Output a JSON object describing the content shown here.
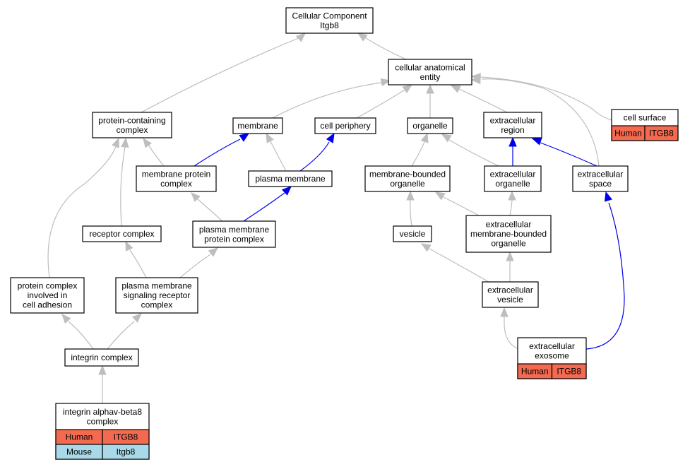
{
  "colors": {
    "is_a_edge": "#bebebe",
    "part_of_edge": "#0000ee",
    "human_cell": "#f36a50",
    "mouse_cell": "#a9d9e8"
  },
  "nodes": {
    "root": {
      "lines": [
        "Cellular Component",
        "Itgb8"
      ]
    },
    "cae": {
      "lines": [
        "cellular anatomical",
        "entity"
      ]
    },
    "pcc": {
      "lines": [
        "protein-containing",
        "complex"
      ]
    },
    "membrane": {
      "lines": [
        "membrane"
      ]
    },
    "cellper": {
      "lines": [
        "cell periphery"
      ]
    },
    "organelle": {
      "lines": [
        "organelle"
      ]
    },
    "exreg": {
      "lines": [
        "extracellular",
        "region"
      ]
    },
    "cellsurf": {
      "lines": [
        "cell surface"
      ],
      "rows": [
        [
          "Human",
          "ITGB8"
        ]
      ]
    },
    "mpc": {
      "lines": [
        "membrane protein",
        "complex"
      ]
    },
    "pm": {
      "lines": [
        "plasma membrane"
      ]
    },
    "mbo": {
      "lines": [
        "membrane-bounded",
        "organelle"
      ]
    },
    "exorg": {
      "lines": [
        "extracellular",
        "organelle"
      ]
    },
    "exspace": {
      "lines": [
        "extracellular",
        "space"
      ]
    },
    "recc": {
      "lines": [
        "receptor complex"
      ]
    },
    "pmpc": {
      "lines": [
        "plasma membrane",
        "protein complex"
      ]
    },
    "vesicle": {
      "lines": [
        "vesicle"
      ]
    },
    "exmbo": {
      "lines": [
        "extracellular",
        "membrane-bounded",
        "organelle"
      ]
    },
    "pcica": {
      "lines": [
        "protein complex",
        "involved in",
        "cell adhesion"
      ]
    },
    "pmsrc": {
      "lines": [
        "plasma membrane",
        "signaling receptor",
        "complex"
      ]
    },
    "exves": {
      "lines": [
        "extracellular",
        "vesicle"
      ]
    },
    "integ": {
      "lines": [
        "integrin complex"
      ]
    },
    "exoso": {
      "lines": [
        "extracellular",
        "exosome"
      ],
      "rows": [
        [
          "Human",
          "ITGB8"
        ]
      ]
    },
    "iab8": {
      "lines": [
        "integrin alphav-beta8",
        "complex"
      ],
      "rows": [
        [
          "Human",
          "ITGB8"
        ],
        [
          "Mouse",
          "Itgb8"
        ]
      ]
    }
  }
}
